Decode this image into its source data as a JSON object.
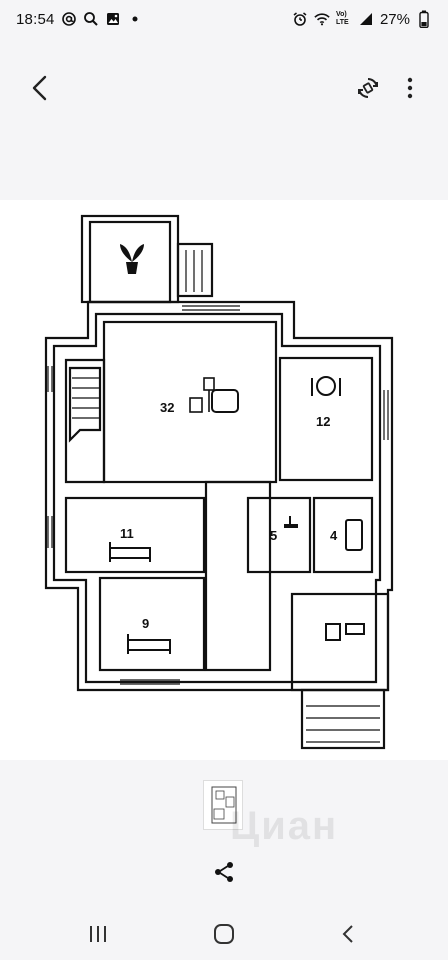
{
  "status_bar": {
    "time": "18:54",
    "battery": "27%",
    "network_label": "Vo) LTE"
  },
  "app_bar": {
    "back_icon": "chevron-left-icon",
    "rotate_icon": "rotate-icon",
    "more_icon": "more-vert-icon"
  },
  "floor_plan": {
    "rooms": [
      {
        "id": "32",
        "label": "32"
      },
      {
        "id": "12",
        "label": "12"
      },
      {
        "id": "11",
        "label": "11"
      },
      {
        "id": "9",
        "label": "9"
      },
      {
        "id": "5",
        "label": "5"
      },
      {
        "id": "4",
        "label": "4"
      }
    ]
  },
  "watermark": "Циан",
  "share_icon": "share-icon",
  "nav_bar": {
    "recents_icon": "recents-icon",
    "home_icon": "home-icon",
    "back_icon": "back-icon"
  }
}
